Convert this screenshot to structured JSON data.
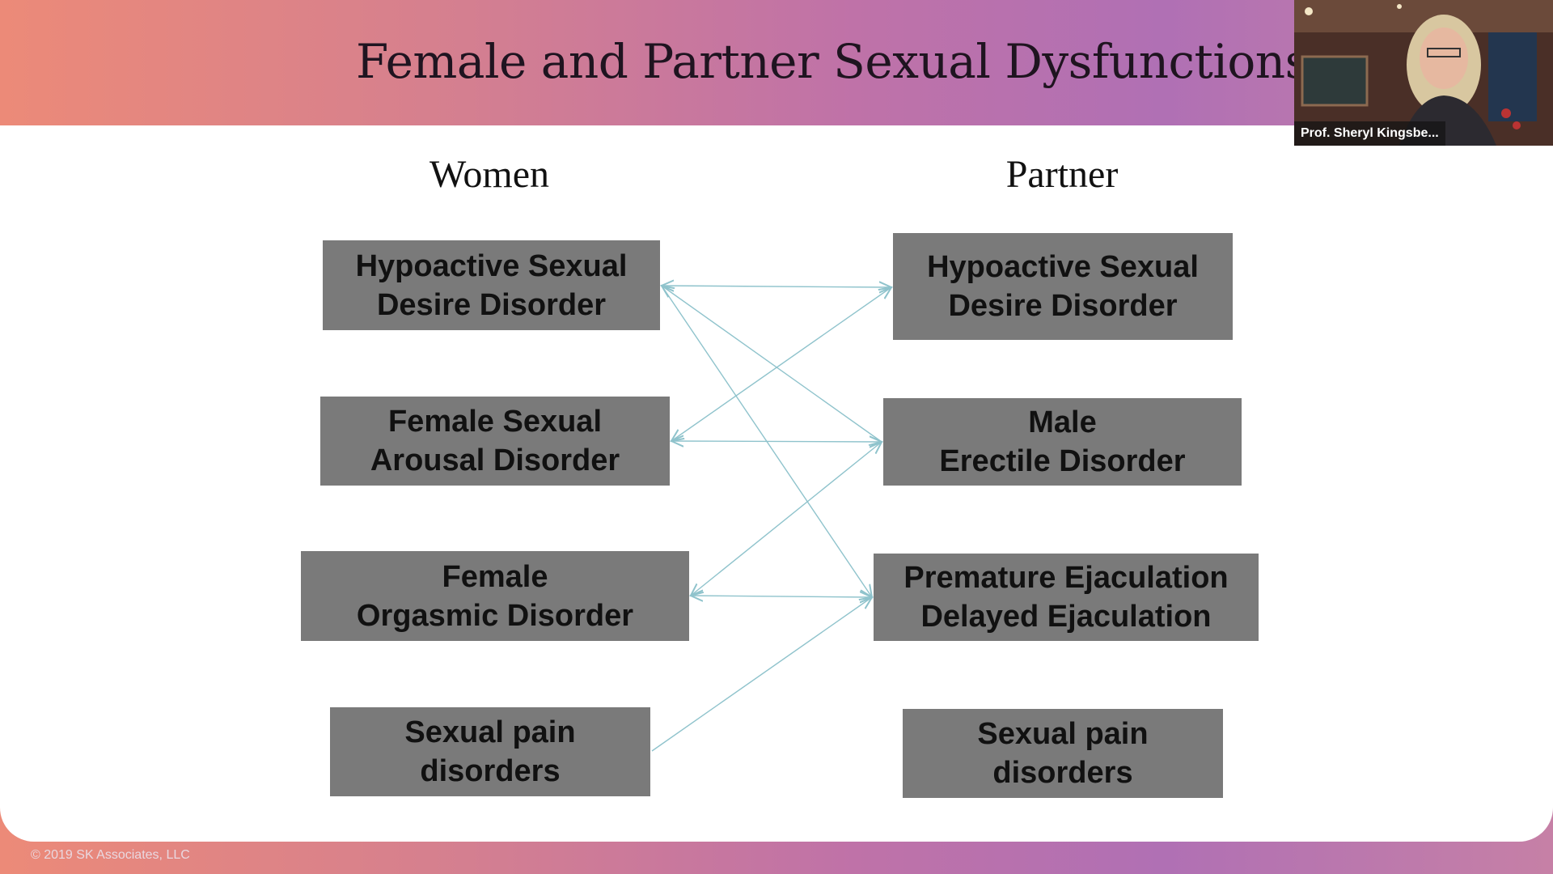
{
  "slide": {
    "title": "Female and Partner Sexual Dysfunctions",
    "women_heading": "Women",
    "partner_heading": "Partner",
    "women_items": [
      {
        "line1": "Hypoactive Sexual",
        "line2": "Desire Disorder"
      },
      {
        "line1": "Female Sexual",
        "line2": "Arousal Disorder"
      },
      {
        "line1": "Female",
        "line2": "Orgasmic Disorder"
      },
      {
        "line1": "Sexual pain",
        "line2": "disorders"
      }
    ],
    "partner_items": [
      {
        "line1": "Hypoactive Sexual",
        "line2": "Desire Disorder"
      },
      {
        "line1": "Male",
        "line2": "Erectile Disorder"
      },
      {
        "line1": "Premature Ejaculation",
        "line2": "Delayed Ejaculation"
      },
      {
        "line1": "Sexual pain",
        "line2": "disorders"
      }
    ],
    "footer": "© 2019 SK Associates, LLC"
  },
  "video": {
    "participant_name": "Prof. Sheryl Kingsbe..."
  },
  "colors": {
    "box_fill": "#7a7a7a",
    "arrow": "#8fc3cc",
    "title_text": "#1f1420"
  }
}
